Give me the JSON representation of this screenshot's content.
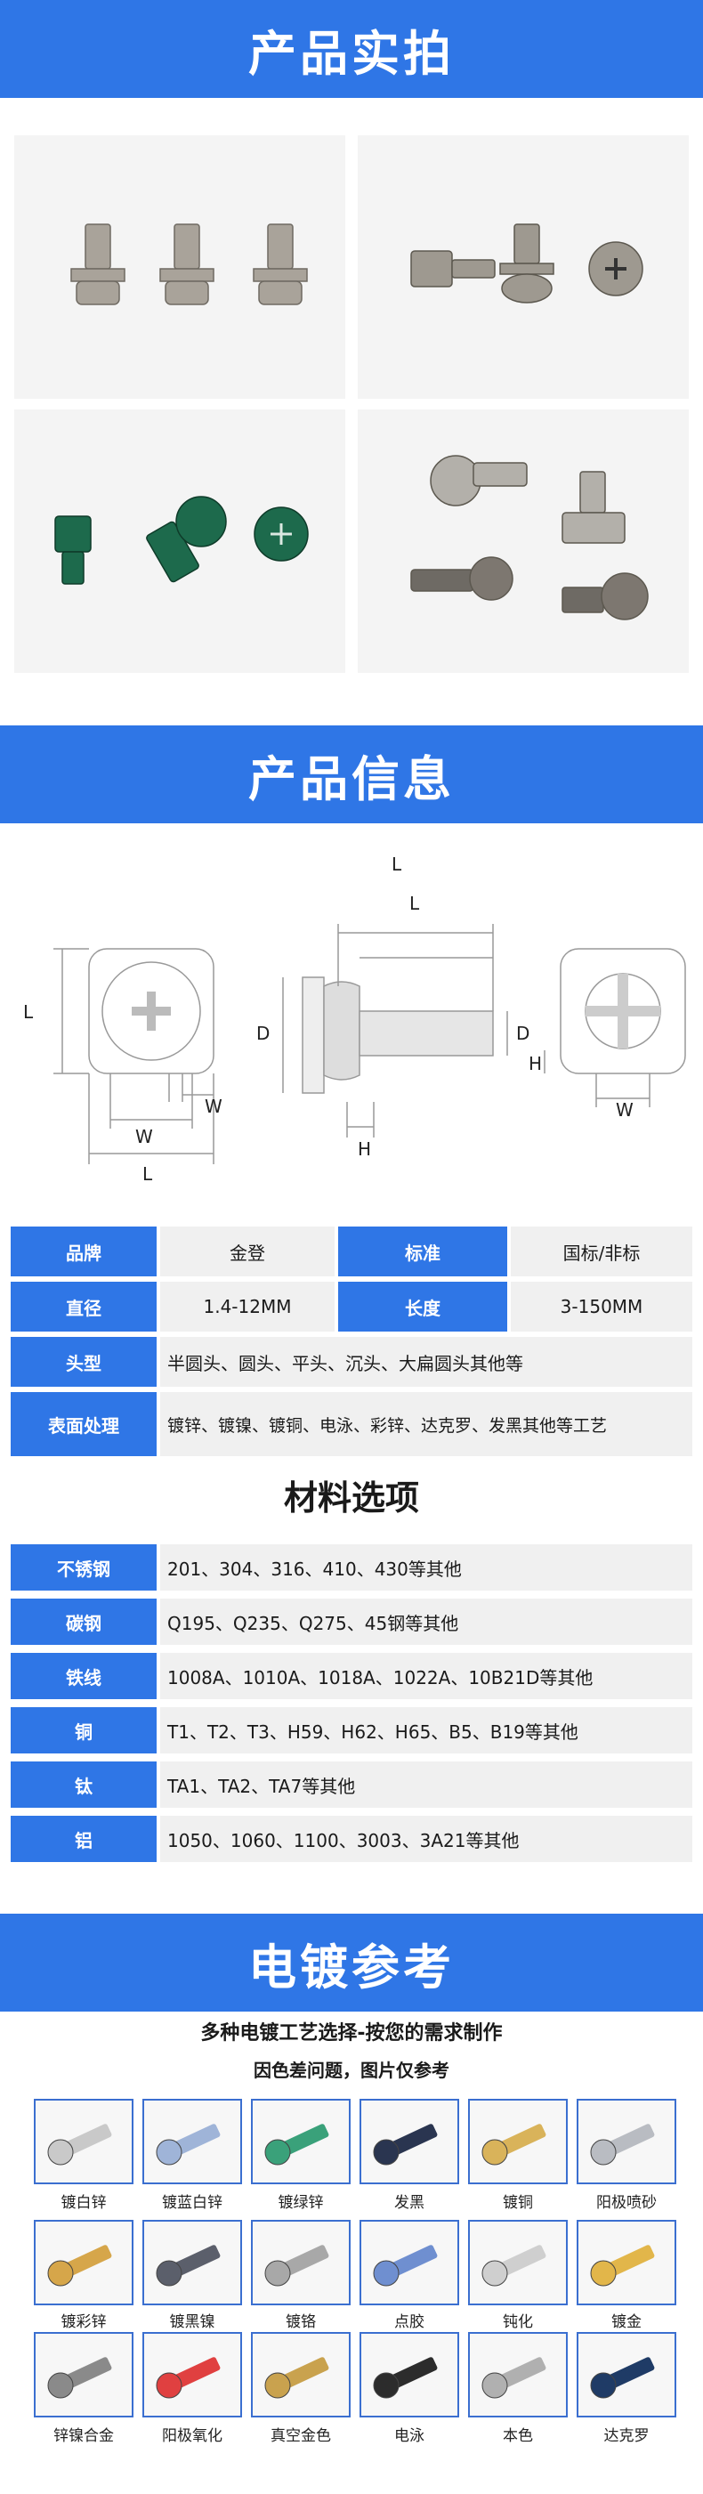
{
  "sections": {
    "photos_title": "产品实拍",
    "info_title": "产品信息",
    "plating_title": "电镀参考"
  },
  "diagram_labels": {
    "left_L": "L",
    "left_W1": "W",
    "left_W2": "W",
    "left_L2": "L",
    "mid_L1": "L",
    "mid_L2": "L",
    "mid_D": "D",
    "mid_D2": "D",
    "mid_H": "H",
    "right_H": "H",
    "right_W": "W"
  },
  "spec_table": [
    {
      "label1": "品牌",
      "value1": "金登",
      "label2": "标准",
      "value2": "国标/非标"
    },
    {
      "label1": "直径",
      "value1": "1.4-12MM",
      "label2": "长度",
      "value2": "3-150MM"
    }
  ],
  "spec_wide": [
    {
      "label": "头型",
      "value": "半圆头、圆头、平头、沉头、大扁圆头其他等"
    },
    {
      "label": "表面处理",
      "value": "镀锌、镀镍、镀铜、电泳、彩锌、达克罗、发黑其他等工艺"
    }
  ],
  "materials_title": "材料选项",
  "materials": [
    {
      "label": "不锈钢",
      "value": "201、304、316、410、430等其他"
    },
    {
      "label": "碳钢",
      "value": "Q195、Q235、Q275、45钢等其他"
    },
    {
      "label": "铁线",
      "value": "1008A、1010A、1018A、1022A、10B21D等其他"
    },
    {
      "label": "铜",
      "value": "T1、T2、T3、H59、H62、H65、B5、B19等其他"
    },
    {
      "label": "钛",
      "value": "TA1、TA2、TA7等其他"
    },
    {
      "label": "铝",
      "value": "1050、1060、1100、3003、3A21等其他"
    }
  ],
  "plating_subtitle1": "多种电镀工艺选择-按您的需求制作",
  "plating_subtitle2": "因色差问题，图片仅参考",
  "plating_items": [
    "镀白锌",
    "镀蓝白锌",
    "镀绿锌",
    "发黑",
    "镀铜",
    "阳极喷砂",
    "镀彩锌",
    "镀黑镍",
    "镀铬",
    "点胶",
    "钝化",
    "镀金",
    "锌镍合金",
    "阳极氧化",
    "真空金色",
    "电泳",
    "本色",
    "达克罗"
  ],
  "colors": {
    "accent": "#2f76e6",
    "cell_bg": "#f0f0f0",
    "swatch_border": "#3b6fd0"
  }
}
